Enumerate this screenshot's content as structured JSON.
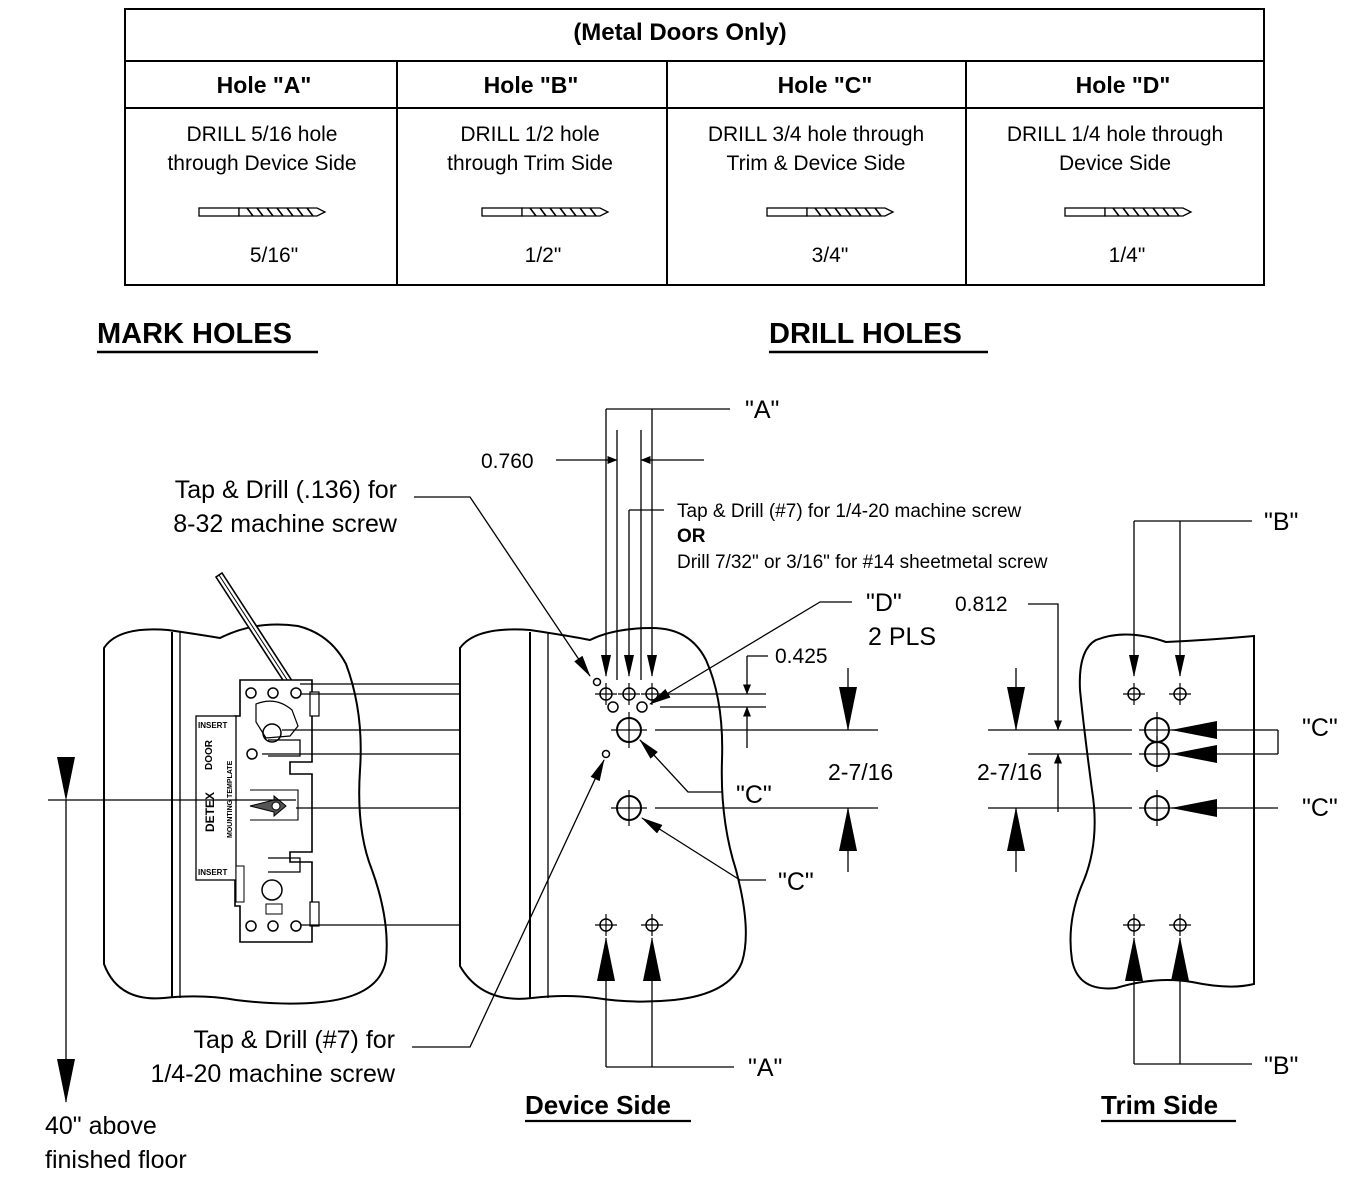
{
  "table": {
    "title": "(Metal Doors Only)",
    "columns": [
      {
        "header": "Hole \"A\"",
        "line1": "DRILL 5/16 hole",
        "line2": "through Device Side",
        "size": "5/16\""
      },
      {
        "header": "Hole \"B\"",
        "line1": "DRILL 1/2 hole",
        "line2": "through Trim Side",
        "size": "1/2\""
      },
      {
        "header": "Hole \"C\"",
        "line1": "DRILL 3/4 hole through",
        "line2": "Trim & Device Side",
        "size": "3/4\""
      },
      {
        "header": "Hole \"D\"",
        "line1": "DRILL 1/4 hole through",
        "line2": "Device Side",
        "size": "1/4\""
      }
    ]
  },
  "headings": {
    "mark": "MARK HOLES",
    "drill": "DRILL HOLES"
  },
  "labels": {
    "a_top": "\"A\"",
    "a_bottom": "\"A\"",
    "dim_0760": "0.760",
    "tap_drill_136_l1": "Tap & Drill (.136) for",
    "tap_drill_136_l2": "8-32 machine screw",
    "tap7_note_l1": "Tap & Drill (#7) for 1/4-20 machine screw",
    "tap7_note_or": "OR",
    "tap7_note_l2": "Drill 7/32\" or 3/16\" for #14 sheetmetal screw",
    "d_label": "\"D\"",
    "d_pls": "2 PLS",
    "dim_0425": "0.425",
    "dim_0812": "0.812",
    "b_top": "\"B\"",
    "b_bottom": "\"B\"",
    "c_device_1": "\"C\"",
    "c_device_2": "\"C\"",
    "c_trim_1": "\"C\"",
    "c_trim_2": "\"C\"",
    "dim_2716_device": "2-7/16",
    "dim_2716_trim": "2-7/16",
    "tap7_l1": "Tap & Drill (#7) for",
    "tap7_l2": "1/4-20 machine screw",
    "floor_l1": "40\" above",
    "floor_l2": "finished floor",
    "device_side": "Device Side",
    "trim_side": "Trim Side",
    "template_door": "DOOR",
    "template_insert1": "INSERT",
    "template_insert2": "INSERT",
    "template_mounting": "MOUNTING TEMPLATE",
    "template_brand": "DETEX"
  }
}
